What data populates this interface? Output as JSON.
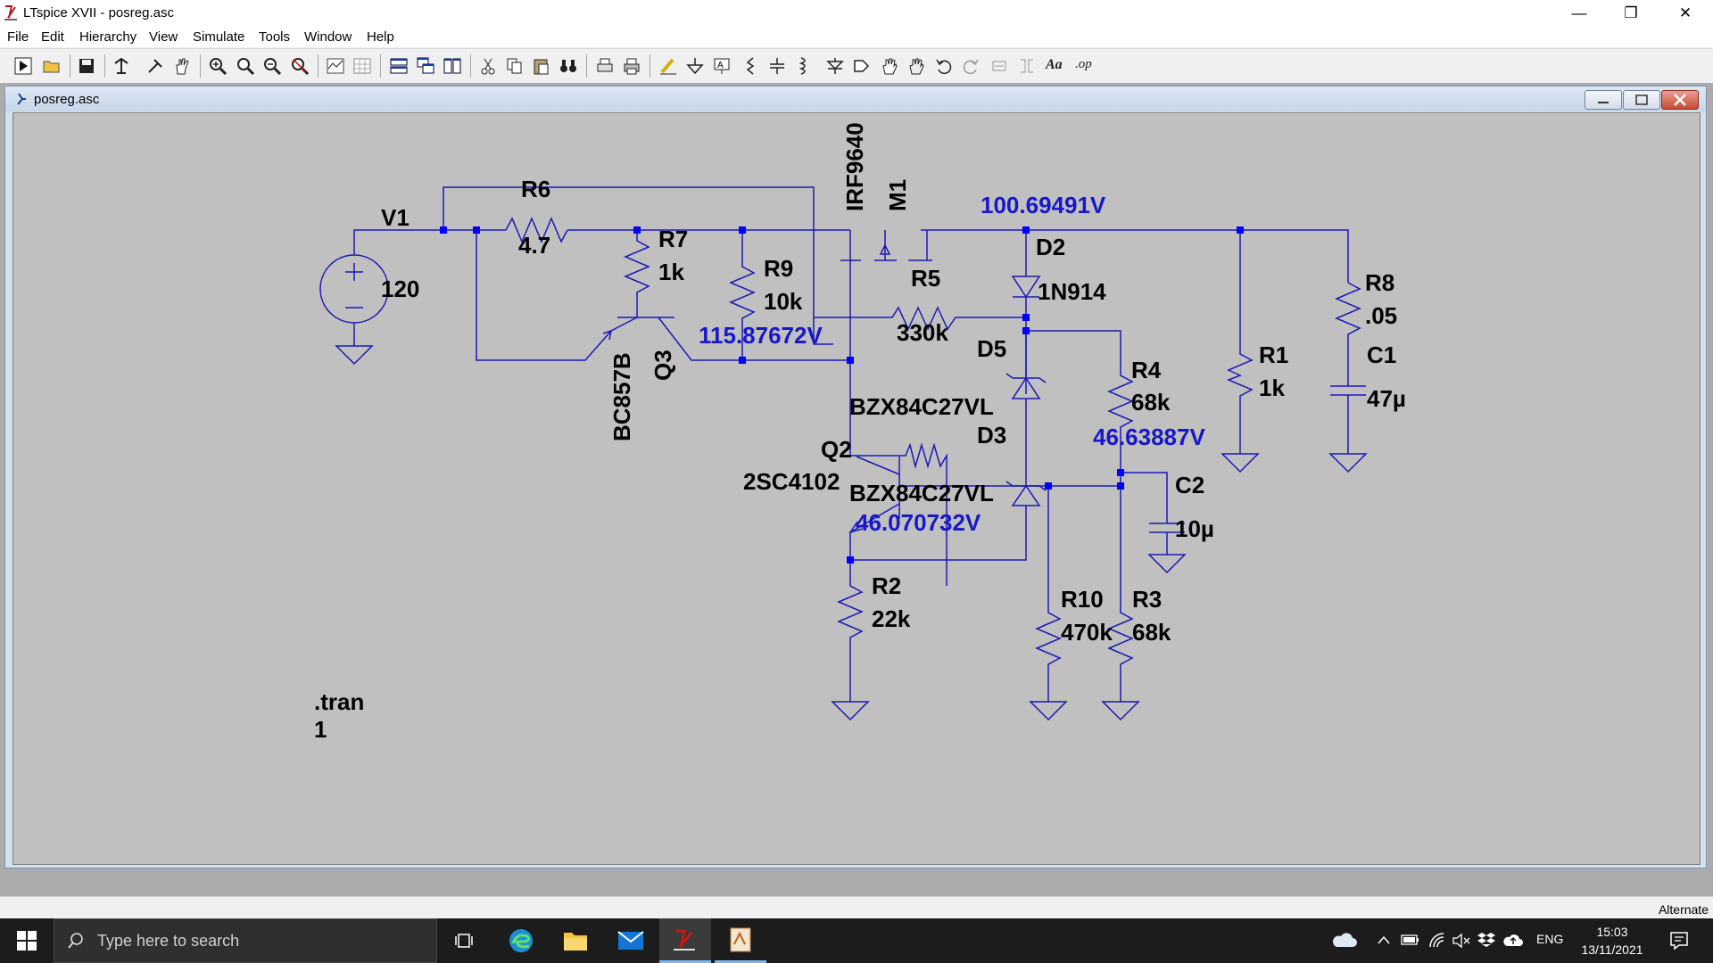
{
  "window": {
    "title": "LTspice XVII - posreg.asc",
    "minimize": "—",
    "maximize": "❐",
    "close": "✕"
  },
  "menu": [
    "File",
    "Edit",
    "Hierarchy",
    "View",
    "Simulate",
    "Tools",
    "Window",
    "Help"
  ],
  "toolbar": {
    "text_tool": "Aa",
    "spice_tool": ".op"
  },
  "document": {
    "tab_title": "posreg.asc"
  },
  "schematic": {
    "component_labels": [
      {
        "id": "v1-label",
        "text": "V1"
      },
      {
        "id": "v1-value",
        "text": "120"
      },
      {
        "id": "r6-label",
        "text": "R6"
      },
      {
        "id": "r6-value",
        "text": "4.7"
      },
      {
        "id": "r7-label",
        "text": "R7"
      },
      {
        "id": "r7-value",
        "text": "1k"
      },
      {
        "id": "r9-label",
        "text": "R9"
      },
      {
        "id": "r9-value",
        "text": "10k"
      },
      {
        "id": "q3-label",
        "text": "Q3"
      },
      {
        "id": "q3-model",
        "text": "BC857B"
      },
      {
        "id": "m1-label",
        "text": "M1"
      },
      {
        "id": "m1-model",
        "text": "IRF9640"
      },
      {
        "id": "r5-label",
        "text": "R5"
      },
      {
        "id": "r5-value",
        "text": "330k"
      },
      {
        "id": "d2-label",
        "text": "D2"
      },
      {
        "id": "d2-model",
        "text": "1N914"
      },
      {
        "id": "d5-label",
        "text": "D5"
      },
      {
        "id": "d5-model",
        "text": "BZX84C27VL"
      },
      {
        "id": "d3-label",
        "text": "D3"
      },
      {
        "id": "d3-model",
        "text": "BZX84C27VL"
      },
      {
        "id": "q2-label",
        "text": "Q2"
      },
      {
        "id": "q2-model",
        "text": "2SC4102"
      },
      {
        "id": "r4-label",
        "text": "R4"
      },
      {
        "id": "r4-value",
        "text": "68k"
      },
      {
        "id": "r1-label",
        "text": "R1"
      },
      {
        "id": "r1-value",
        "text": "1k"
      },
      {
        "id": "r8-label",
        "text": "R8"
      },
      {
        "id": "r8-value",
        "text": ".05"
      },
      {
        "id": "c1-label",
        "text": "C1"
      },
      {
        "id": "c1-value",
        "text": "47µ"
      },
      {
        "id": "c2-label",
        "text": "C2"
      },
      {
        "id": "c2-value",
        "text": "10µ"
      },
      {
        "id": "r2-label",
        "text": "R2"
      },
      {
        "id": "r2-value",
        "text": "22k"
      },
      {
        "id": "r10-label",
        "text": "R10"
      },
      {
        "id": "r10-value",
        "text": "470k"
      },
      {
        "id": "r3-label",
        "text": "R3"
      },
      {
        "id": "r3-value",
        "text": "68k"
      }
    ],
    "node_voltages": [
      {
        "id": "voltage-output",
        "text": "100.69491V"
      },
      {
        "id": "voltage-gate",
        "text": "115.87672V"
      },
      {
        "id": "voltage-zener",
        "text": "46.63887V"
      },
      {
        "id": "voltage-emitter",
        "text": "46.070732V"
      }
    ],
    "directive": ".tran 1"
  },
  "statusbar": {
    "text": "Alternate"
  },
  "taskbar": {
    "search_placeholder": "Type here to search",
    "language": "ENG",
    "time": "15:03",
    "date": "13/11/2021"
  },
  "colors": {
    "wire": "#1a1ab4",
    "voltage_text": "#1818c8",
    "schematic_bg": "#c0c0c0",
    "junction": "#0000ff"
  }
}
